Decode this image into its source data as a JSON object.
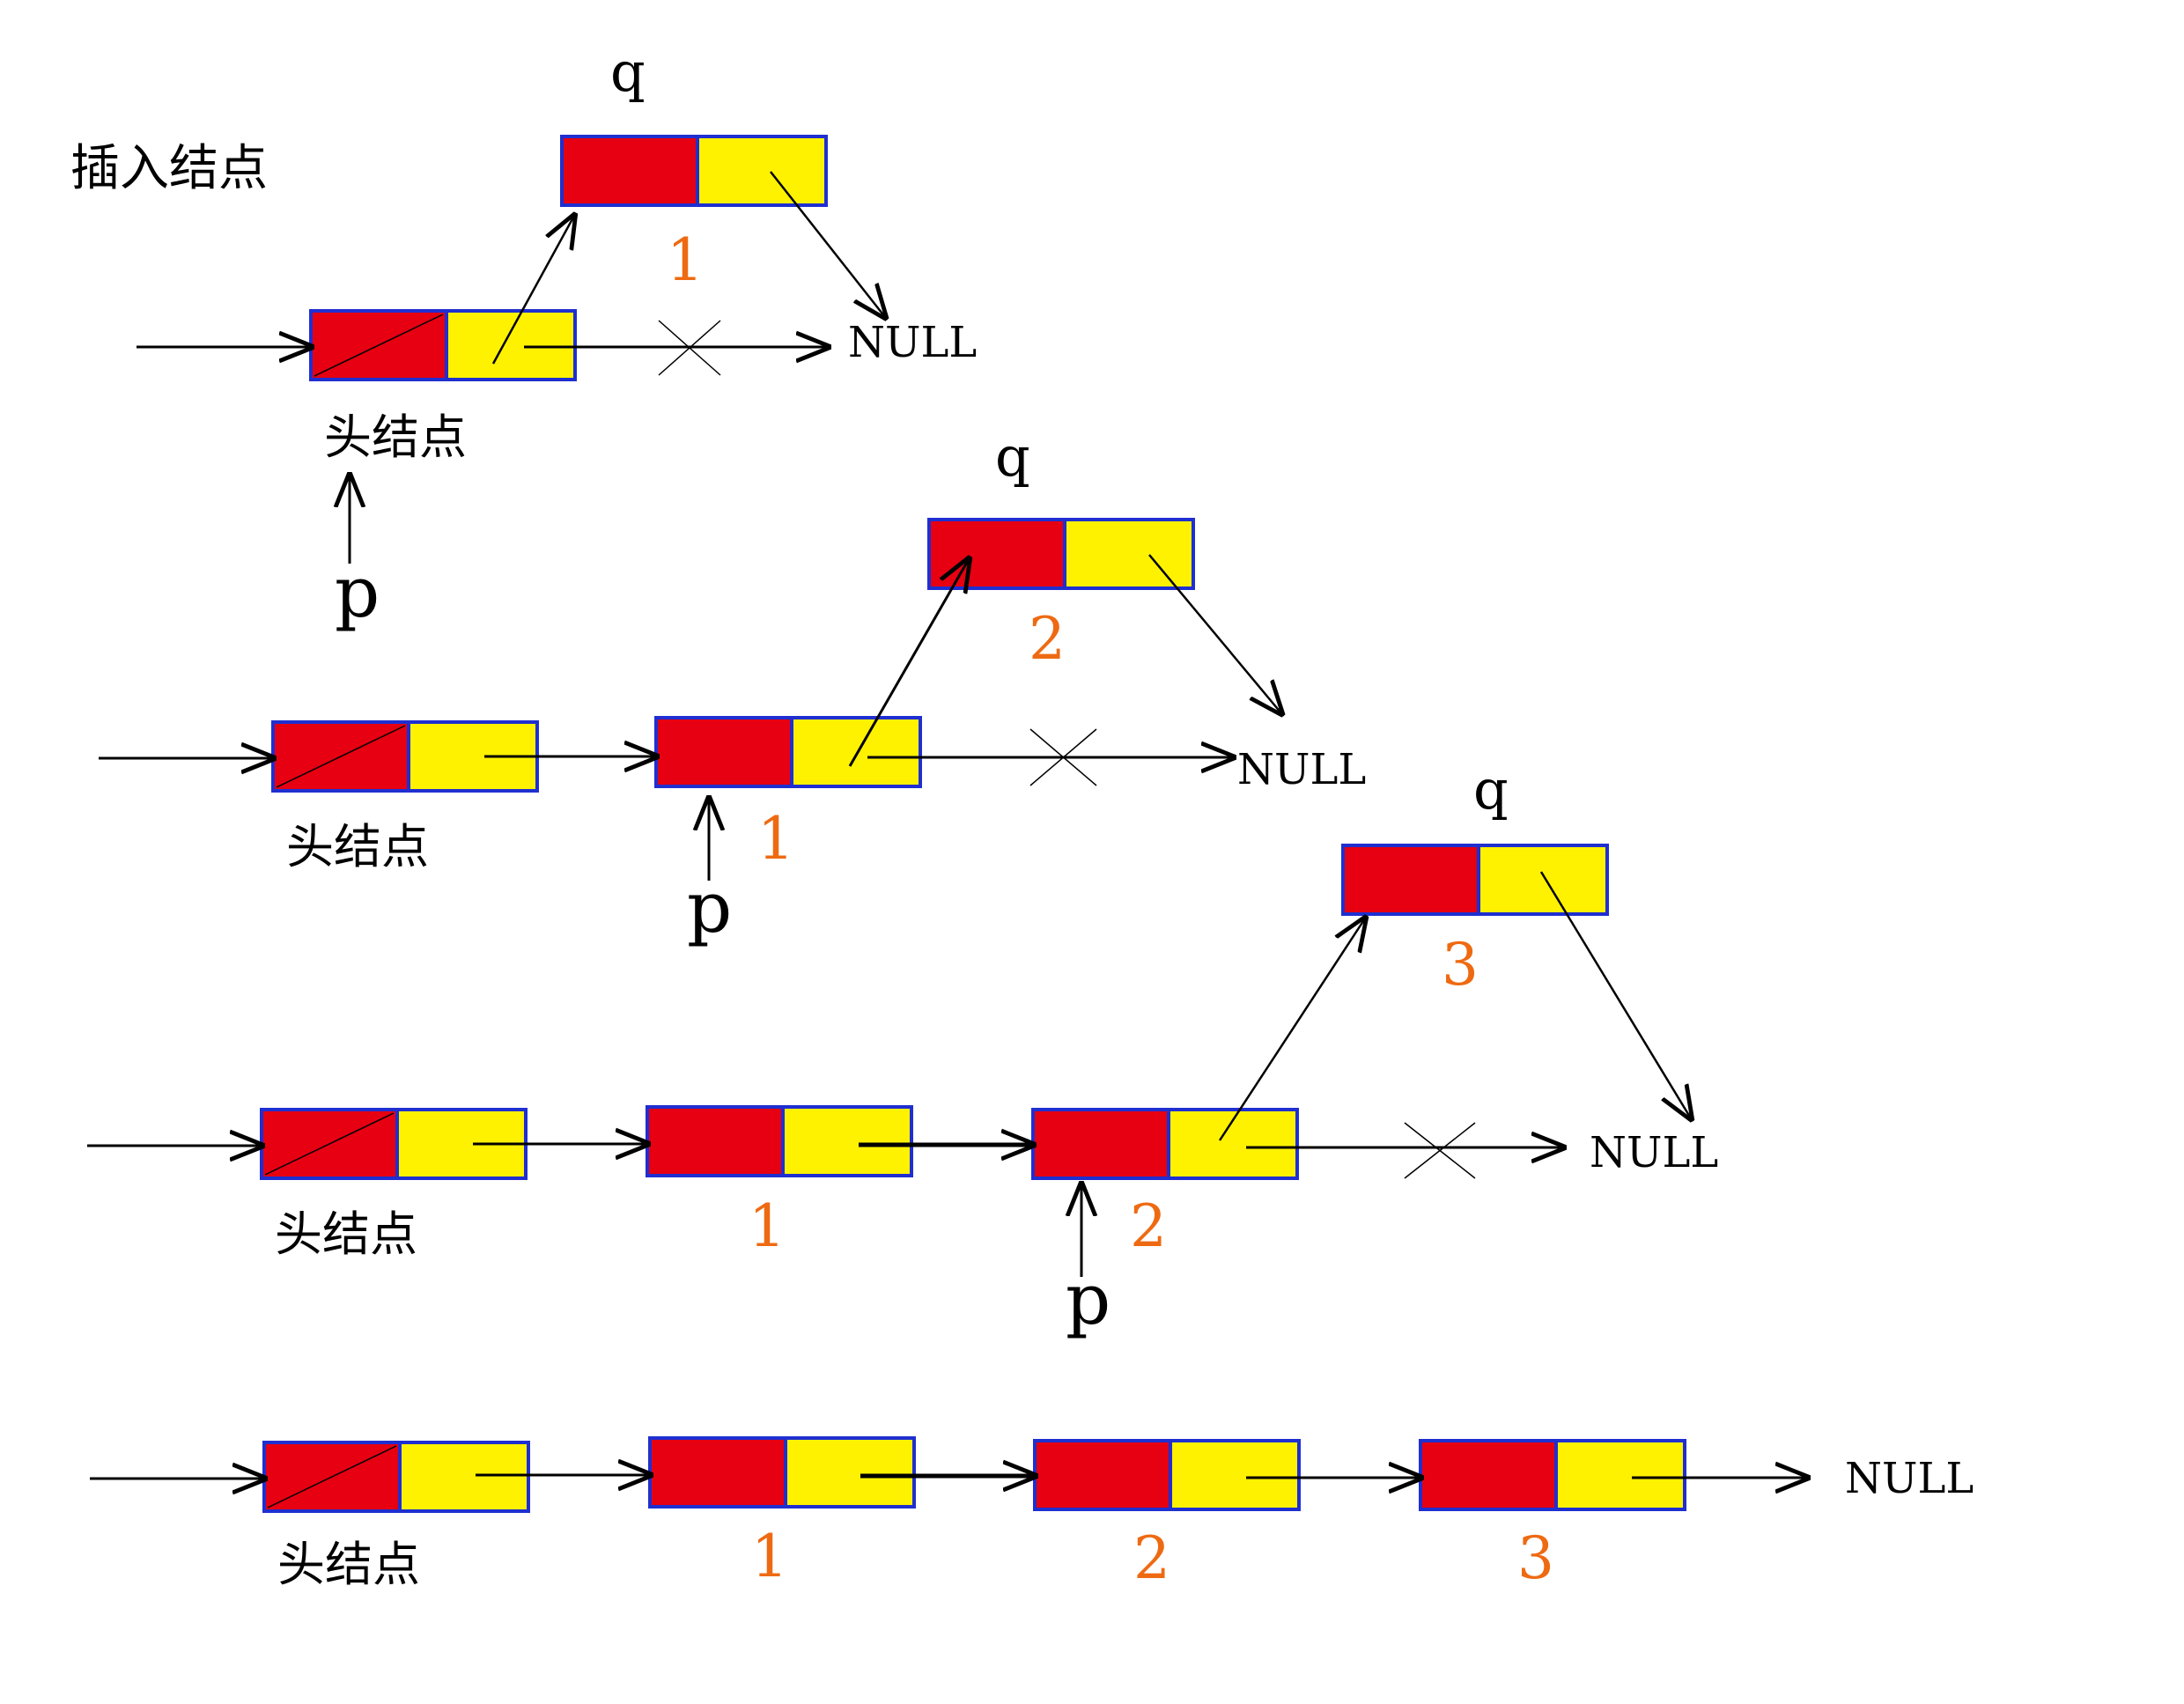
{
  "title": "插入结点",
  "labels": {
    "head_node": "头结点",
    "null": "NULL",
    "q": "q",
    "p": "p",
    "n1": "1",
    "n2": "2",
    "n3": "3"
  },
  "colors": {
    "data_field": "#e60012",
    "pointer_field": "#fff200",
    "node_border": "#1f2fd0",
    "index_label": "#ee6a12",
    "line": "#000000"
  }
}
